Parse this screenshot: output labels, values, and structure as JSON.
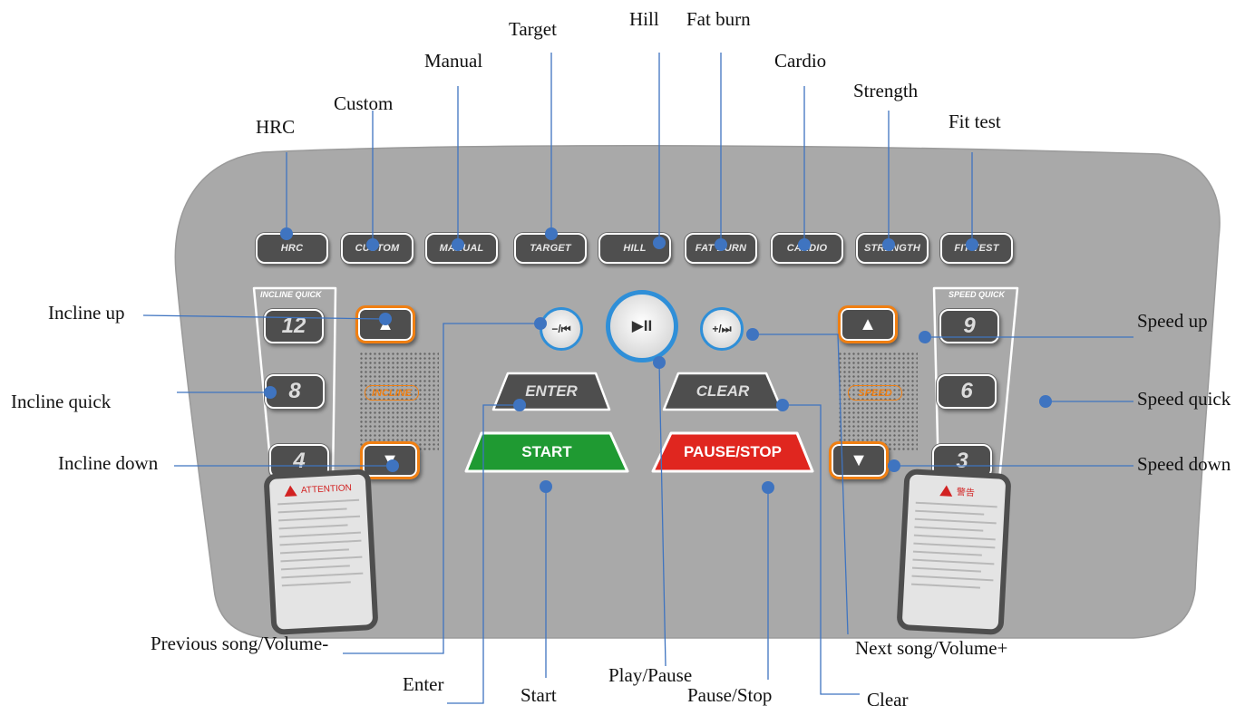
{
  "labels": {
    "hrc": "HRC",
    "custom": "Custom",
    "manual": "Manual",
    "target": "Target",
    "hill": "Hill",
    "fat_burn": "Fat burn",
    "cardio": "Cardio",
    "strength": "Strength",
    "fit_test": "Fit test",
    "incline_up": "Incline up",
    "incline_quick": "Incline quick",
    "incline_down": "Incline down",
    "speed_up": "Speed up",
    "speed_quick": "Speed quick",
    "speed_down": "Speed down",
    "previous_song": "Previous song/Volume-",
    "enter": "Enter",
    "start": "Start",
    "play_pause": "Play/Pause",
    "pause_stop": "Pause/Stop",
    "next_song": "Next song/Volume+",
    "clear": "Clear"
  },
  "panel": {
    "programs": [
      "HRC",
      "CUSTOM",
      "MANUAL",
      "TARGET",
      "HILL",
      "FAT BURN",
      "CARDIO",
      "STRENGTH",
      "FIT TEST"
    ],
    "incline_quick_title": "INCLINE QUICK",
    "speed_quick_title": "SPEED QUICK",
    "incline_values": [
      "12",
      "8",
      "4"
    ],
    "speed_values": [
      "9",
      "6",
      "3"
    ],
    "incline_tag": "INCLINE",
    "speed_tag": "SPEED",
    "up_glyph": "▲",
    "down_glyph": "▼",
    "prev_glyph": "−/⏮",
    "play_glyph": "▶II",
    "next_glyph": "+/⏭",
    "enter_label": "ENTER",
    "clear_label": "CLEAR",
    "start_label": "START",
    "pause_stop_label": "PAUSE/STOP",
    "attention_left": "ATTENTION",
    "attention_right": "警告"
  },
  "colors": {
    "panel_gray": "#a9a9a9",
    "button_dark": "#4e4e4e",
    "accent_orange": "#f07f12",
    "start_green": "#1f9a32",
    "stop_red": "#e0261f",
    "callout_blue": "#3f74c0",
    "music_ring_blue": "#2f8fd8"
  }
}
